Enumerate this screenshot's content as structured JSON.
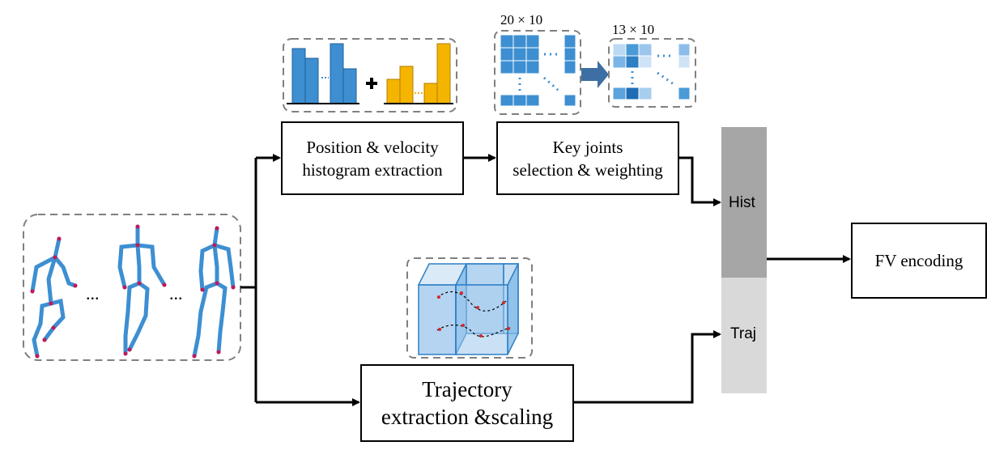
{
  "boxes": {
    "pos_vel": {
      "line1": "Position & velocity",
      "line2": "histogram extraction"
    },
    "key_joints": {
      "line1": "Key joints",
      "line2": "selection & weighting"
    },
    "trajectory": {
      "line1": "Trajectory",
      "line2": "extraction &scaling"
    },
    "fv": {
      "label": "FV encoding"
    }
  },
  "feature_bar": {
    "top_label": "Hist",
    "bottom_label": "Traj",
    "top_color": "#a6a6a6",
    "bottom_color": "#d9d9d9"
  },
  "matrices": {
    "left_dim": "20 × 10",
    "right_dim": "13 × 10"
  },
  "skeleton_sequence": {
    "ellipsis1": "...",
    "ellipsis2": "..."
  },
  "colors": {
    "blue": "#3d8fd1",
    "orange": "#f5b400",
    "joint": "#c2185b",
    "dashed_border": "#808080"
  }
}
